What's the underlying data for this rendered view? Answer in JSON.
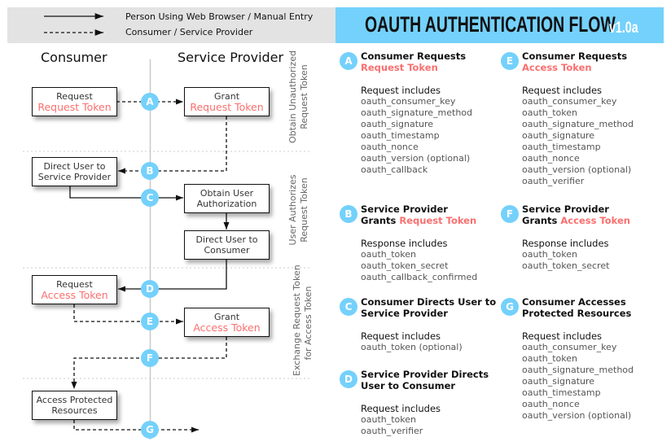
{
  "legend": {
    "solid_label": "Person Using Web Browser / Manual Entry",
    "dashed_label": "Consumer / Service Provider"
  },
  "banner": {
    "title": "OAUTH AUTHENTICATION FLOW",
    "version": "v1.0a",
    "color": "#74d1fb"
  },
  "colors": {
    "highlight": "#fb6f6f",
    "badge": "#74d1fb"
  },
  "diagram": {
    "consumer_header": "Consumer",
    "provider_header": "Service Provider",
    "phases": [
      {
        "line1": "Obtain Unauthorized",
        "line2": "Request Token"
      },
      {
        "line1": "User Authorizes",
        "line2": "Request Token"
      },
      {
        "line1": "Exchange Request Token",
        "line2": "for Access Token"
      }
    ],
    "boxes": {
      "request_request_token": {
        "line1": "Request",
        "line2": "Request Token"
      },
      "grant_request_token": {
        "line1": "Grant",
        "line2": "Request Token"
      },
      "direct_user_to_sp": {
        "line1": "Direct User to",
        "line2": "Service Provider"
      },
      "obtain_user_auth": {
        "line1": "Obtain User",
        "line2": "Authorization"
      },
      "direct_user_to_consumer": {
        "line1": "Direct User to",
        "line2": "Consumer"
      },
      "request_access_token": {
        "line1": "Request",
        "line2": "Access Token"
      },
      "grant_access_token": {
        "line1": "Grant",
        "line2": "Access Token"
      },
      "access_protected": {
        "line1": "Access Protected",
        "line2": "Resources"
      }
    },
    "badges": [
      "A",
      "B",
      "C",
      "D",
      "E",
      "F",
      "G"
    ]
  },
  "steps": [
    {
      "letter": "A",
      "title": [
        [
          {
            "t": "Consumer Requests"
          }
        ],
        [
          {
            "t": "Request Token",
            "hl": true
          }
        ]
      ],
      "heading": "Request includes",
      "items": [
        "oauth_consumer_key",
        "oauth_signature_method",
        "oauth_signature",
        "oauth_timestamp",
        "oauth_nonce",
        "oauth_version (optional)",
        "oauth_callback"
      ]
    },
    {
      "letter": "B",
      "title": [
        [
          {
            "t": "Service Provider"
          }
        ],
        [
          {
            "t": "Grants "
          },
          {
            "t": "Request Token",
            "hl": true
          }
        ]
      ],
      "heading": "Response includes",
      "items": [
        "oauth_token",
        "oauth_token_secret",
        "oauth_callback_confirmed"
      ]
    },
    {
      "letter": "C",
      "title": [
        [
          {
            "t": "Consumer Directs User to"
          }
        ],
        [
          {
            "t": "Service Provider"
          }
        ]
      ],
      "heading": "Request includes",
      "items": [
        "oauth_token (optional)"
      ]
    },
    {
      "letter": "D",
      "title": [
        [
          {
            "t": "Service Provider Directs"
          }
        ],
        [
          {
            "t": "User to Consumer"
          }
        ]
      ],
      "heading": "Request includes",
      "items": [
        "oauth_token",
        "oauth_verifier"
      ]
    },
    {
      "letter": "E",
      "title": [
        [
          {
            "t": "Consumer Requests"
          }
        ],
        [
          {
            "t": "Access Token",
            "hl": true
          }
        ]
      ],
      "heading": "Request includes",
      "items": [
        "oauth_consumer_key",
        "oauth_token",
        "oauth_signature_method",
        "oauth_signature",
        "oauth_timestamp",
        "oauth_nonce",
        "oauth_version (optional)",
        "oauth_verifier"
      ]
    },
    {
      "letter": "F",
      "title": [
        [
          {
            "t": "Service Provider"
          }
        ],
        [
          {
            "t": "Grants "
          },
          {
            "t": "Access Token",
            "hl": true
          }
        ]
      ],
      "heading": "Response includes",
      "items": [
        "oauth_token",
        "oauth_token_secret"
      ]
    },
    {
      "letter": "G",
      "title": [
        [
          {
            "t": "Consumer Accesses"
          }
        ],
        [
          {
            "t": "Protected Resources"
          }
        ]
      ],
      "heading": "Request includes",
      "items": [
        "oauth_consumer_key",
        "oauth_token",
        "oauth_signature_method",
        "oauth_signature",
        "oauth_timestamp",
        "oauth_nonce",
        "oauth_version (optional)"
      ]
    }
  ]
}
